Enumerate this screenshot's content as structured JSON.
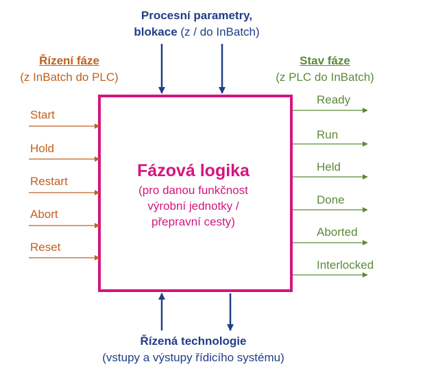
{
  "colors": {
    "blue": "#1f3e86",
    "orange": "#c0601e",
    "green": "#5b8a36",
    "magenta": "#d4157e"
  },
  "top": {
    "line1": "Procesní parametry,",
    "line2_bold": "blokace",
    "line2_rest": " (z / do InBatch)"
  },
  "left": {
    "title": "Řízení fáze",
    "subtitle": "(z InBatch do PLC)",
    "inputs": [
      "Start",
      "Hold",
      "Restart",
      "Abort",
      "Reset"
    ]
  },
  "right": {
    "title": "Stav fáze",
    "subtitle": "(z PLC do InBatch)",
    "outputs": [
      "Ready",
      "Run",
      "Held",
      "Done",
      "Aborted",
      "Interlocked"
    ]
  },
  "center": {
    "title": "Fázová logika",
    "line1": "(pro danou funkčnost",
    "line2": "výrobní jednotky /",
    "line3": "přepravní cesty)"
  },
  "bottom": {
    "title": "Řízená technologie",
    "subtitle": "(vstupy a výstupy řídicího systému)"
  }
}
